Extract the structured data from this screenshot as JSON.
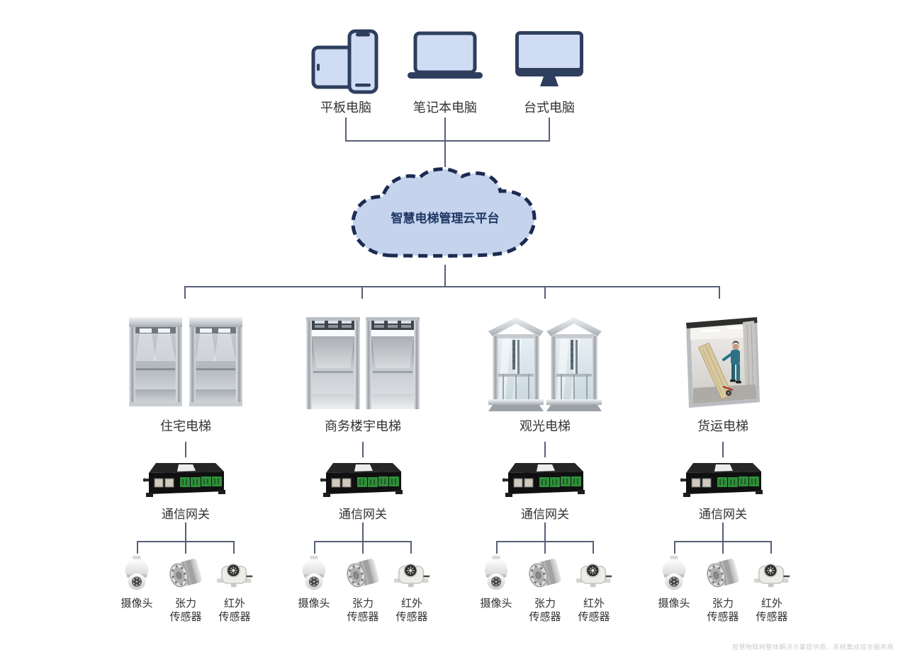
{
  "top_devices": {
    "items": [
      {
        "label": "平板电脑"
      },
      {
        "label": "笔记本电脑"
      },
      {
        "label": "台式电脑"
      }
    ]
  },
  "cloud": {
    "label": "智慧电梯管理云平台",
    "fill_color": "#c5d3ed",
    "border_color": "#1d2b52",
    "text_color": "#1f3864"
  },
  "groups": [
    {
      "elevator": "住宅电梯",
      "gateway": "通信网关",
      "sensors": [
        "摄像头",
        "张力\n传感器",
        "红外\n传感器"
      ]
    },
    {
      "elevator": "商务楼宇电梯",
      "gateway": "通信网关",
      "sensors": [
        "摄像头",
        "张力\n传感器",
        "红外\n传感器"
      ]
    },
    {
      "elevator": "观光电梯",
      "gateway": "通信网关",
      "sensors": [
        "摄像头",
        "张力\n传感器",
        "红外\n传感器"
      ]
    },
    {
      "elevator": "货运电梯",
      "gateway": "通信网关",
      "sensors": [
        "摄像头",
        "张力\n传感器",
        "红外\n传感器"
      ]
    }
  ],
  "colors": {
    "device_fill": "#cfdcf3",
    "device_stroke": "#2e3e5e",
    "connector_line": "#565f76"
  },
  "watermark": "智慧物联网整体解决方案提供商、系统集成综合服务商"
}
